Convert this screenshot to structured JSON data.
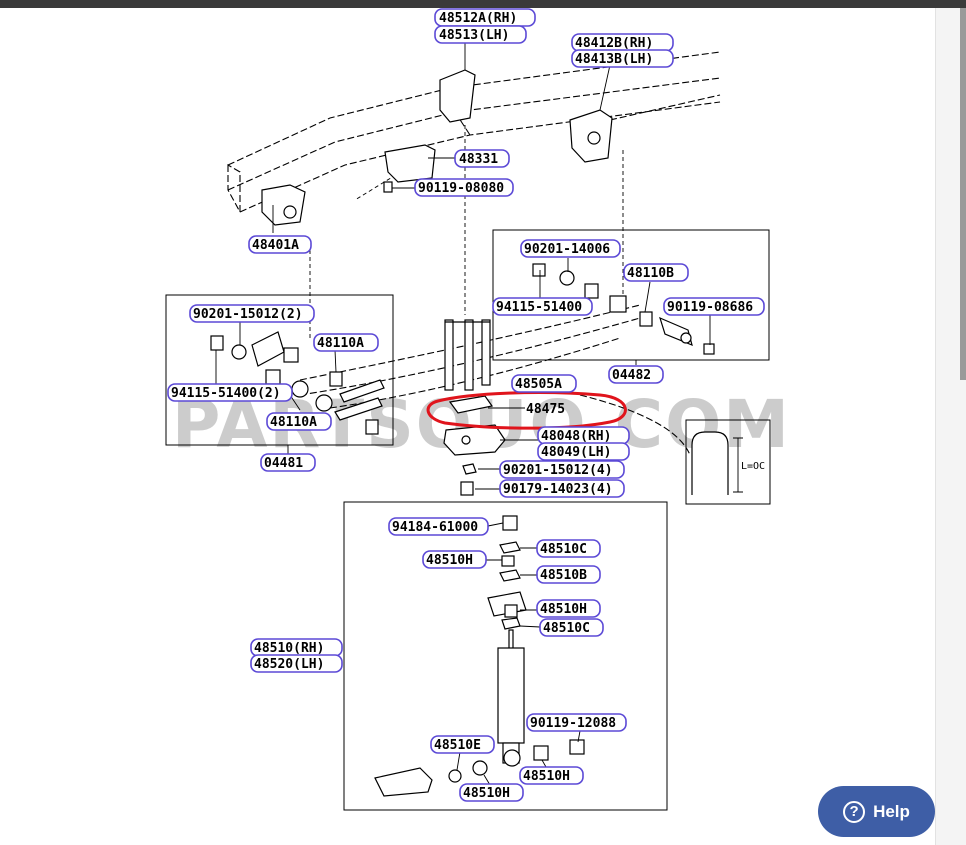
{
  "watermark": "PARTSOUQ.COM",
  "help": {
    "label": "Help",
    "icon": "question-circle-icon"
  },
  "colors": {
    "label_border": "#5b49d6",
    "highlight": "#e0141c",
    "help_button": "#3e5ea6",
    "watermark": "#bcbcbc"
  },
  "callouts": {
    "p48512a_rh": "48512A(RH)",
    "p48513_lh": "48513(LH)",
    "p48412b_rh": "48412B(RH)",
    "p48413b_lh": "48413B(LH)",
    "p48331": "48331",
    "p90119_08080": "90119-08080",
    "p48401a": "48401A",
    "p90201_14006": "90201-14006",
    "p48110b": "48110B",
    "p94115_51400_b": "94115-51400",
    "p90119_08686": "90119-08686",
    "p90201_15012_2": "90201-15012(2)",
    "p48110a_top": "48110A",
    "p94115_51400_2": "94115-51400(2)",
    "p48110a_bottom": "48110A",
    "p04481": "04481",
    "p04482": "04482",
    "p48505a": "48505A",
    "p48475": "48475",
    "p48048_rh": "48048(RH)",
    "p48049_lh": "48049(LH)",
    "p90201_15012_4": "90201-15012(4)",
    "p90179_14023_4": "90179-14023(4)",
    "p94184_61000": "94184-61000",
    "p48510c_1": "48510C",
    "p48510h_1": "48510H",
    "p48510b": "48510B",
    "p48510h_2": "48510H",
    "p48510c_2": "48510C",
    "p48510_rh": "48510(RH)",
    "p48520_lh": "48520(LH)",
    "p90119_12088": "90119-12088",
    "p48510e": "48510E",
    "p48510h_3": "48510H",
    "p48510h_4": "48510H"
  },
  "inset": {
    "dimension": "L=OC"
  }
}
